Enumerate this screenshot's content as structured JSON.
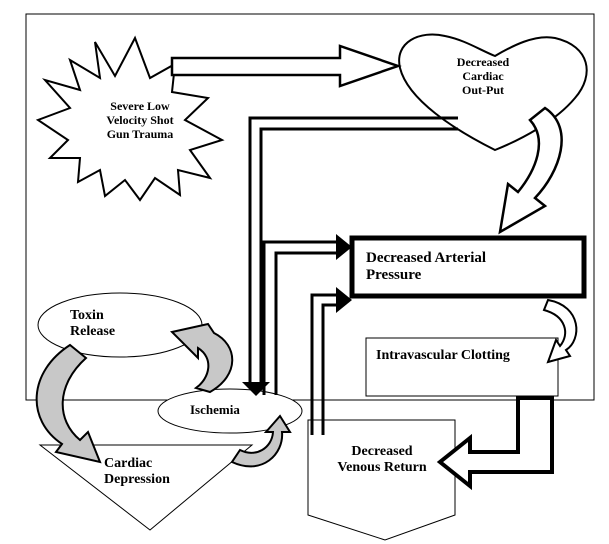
{
  "nodes": {
    "trauma": "Severe Low Velocity Shot Gun Trauma",
    "trauma_lines": [
      "Severe Low",
      "Velocity Shot",
      "Gun Trauma"
    ],
    "cardiac_output_lines": [
      "Decreased",
      "Cardiac",
      "Out-Put"
    ],
    "arterial_pressure_lines": [
      "Decreased Arterial",
      "Pressure"
    ],
    "intravascular_clotting": "Intravascular Clotting",
    "venous_return_lines": [
      "Decreased",
      "Venous Return"
    ],
    "ischemia": "Ischemia",
    "toxin_release_lines": [
      "Toxin",
      "Release"
    ],
    "cardiac_depression_lines": [
      "Cardiac",
      "Depression"
    ]
  },
  "colors": {
    "stroke": "#000000",
    "background": "#ffffff",
    "curved_arrow_fill": "#c8c8c8"
  }
}
